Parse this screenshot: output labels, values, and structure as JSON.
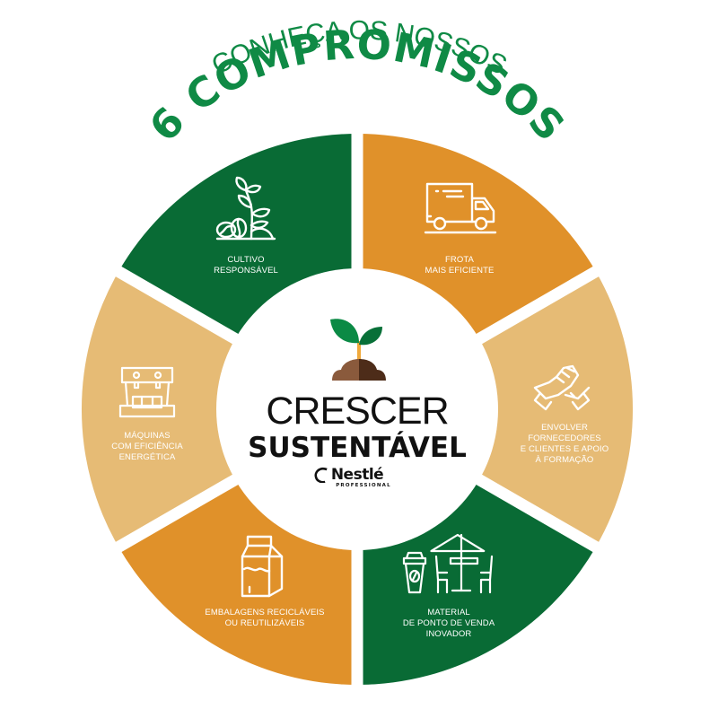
{
  "header": {
    "line1": "CONHEÇA OS NOSSOS",
    "line2": "6 COMPROMISSOS"
  },
  "colors": {
    "dark_green": "#096b35",
    "orange": "#e0912a",
    "light_tan": "#e6bb75",
    "title_green": "#0f8a45",
    "leaf_light": "#0b8a45",
    "leaf_dark": "#087038",
    "stem": "#f0a93b",
    "soil_light": "#8a5a3c",
    "soil_dark": "#4d2c19",
    "text_dark": "#111111"
  },
  "center": {
    "title_line1": "CRESCER",
    "title_line2": "SUSTENTÁVEL",
    "brand": "Nestlé",
    "brand_sub": "PROFESSIONAL",
    "icon": "seedling-icon"
  },
  "segments": [
    {
      "id": "cultivo",
      "label": "CULTIVO\nRESPONSÁVEL",
      "icon": "plant-coffee-icon",
      "color": "dark_green"
    },
    {
      "id": "frota",
      "label": "FROTA\nMAIS EFICIENTE",
      "icon": "truck-icon",
      "color": "orange"
    },
    {
      "id": "envolver",
      "label": "ENVOLVER\nFORNECEDORES\nE CLIENTES E APOIO\nÀ FORMAÇÃO",
      "icon": "handshake-icon",
      "color": "light_tan"
    },
    {
      "id": "material",
      "label": "MATERIAL\nDE PONTO DE VENDA\nINOVADOR",
      "icon": "cafe-terrace-icon",
      "color": "dark_green"
    },
    {
      "id": "embalagens",
      "label": "EMBALAGENS RECICLÁVEIS\nOU REUTILIZÁVEIS",
      "icon": "carton-package-icon",
      "color": "orange"
    },
    {
      "id": "maquinas",
      "label": "MÁQUINAS\nCOM EFICIÊNCIA\nENERGÉTICA",
      "icon": "coffee-machine-icon",
      "color": "light_tan"
    }
  ]
}
